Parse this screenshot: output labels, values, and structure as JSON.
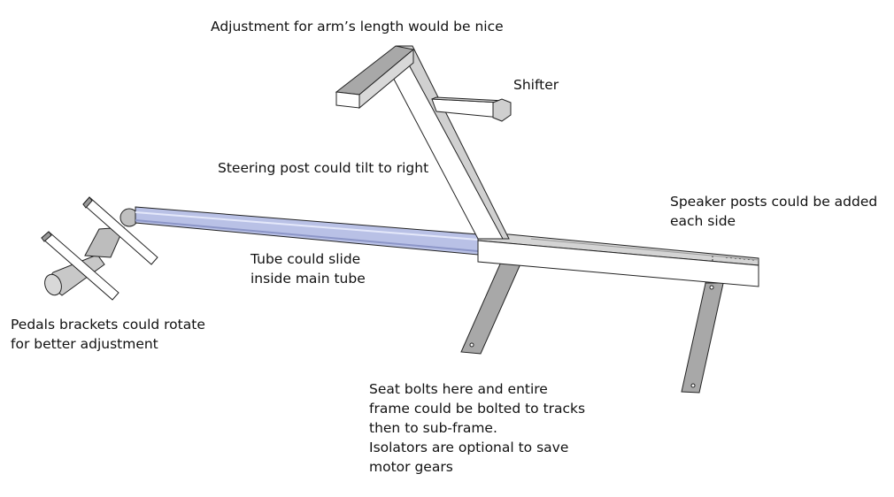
{
  "notes": {
    "arm_length": "Adjustment for arm’s length would be nice",
    "shifter": "Shifter",
    "steering_post": "Steering post could tilt to right",
    "speaker_posts": "Speaker posts could be added\neach side",
    "tube": "Tube could slide\ninside main tube",
    "pedals": "Pedals brackets could rotate\nfor better adjustment",
    "seat": "Seat bolts here and entire\nframe could be bolted to tracks\nthen to sub-frame.\nIsolators are optional to save\nmotor gears"
  },
  "colors": {
    "outline": "#222222",
    "frame_face": "#ffffff",
    "frame_top": "#d4d4d4",
    "plate": "#a8a8a8",
    "tube": "#b9c1e6",
    "tube_dark": "#8c96c8"
  }
}
